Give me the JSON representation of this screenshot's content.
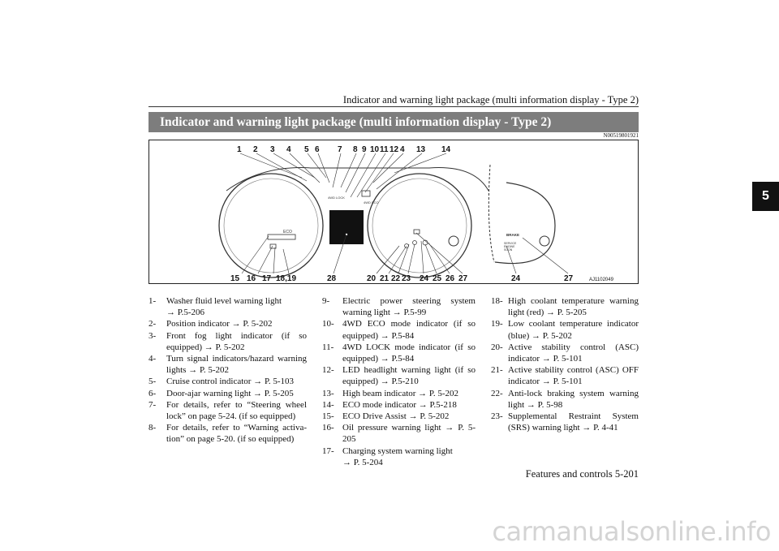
{
  "running_head": "Indicator and warning light package (multi information display - Type 2)",
  "chapter_tab": "5",
  "section_title": "Indicator and warning light package (multi information display - Type 2)",
  "section_code": "N00519801921",
  "figure": {
    "callouts_top": [
      "1",
      "2",
      "3",
      "4",
      "5",
      "6",
      "7",
      "8",
      "9",
      "10",
      "11",
      "12",
      "4",
      "13",
      "14"
    ],
    "callouts_bottom": [
      "15",
      "16",
      "17",
      "18,19",
      "28",
      "20",
      "21",
      "22",
      "23",
      "24",
      "25",
      "26",
      "27",
      "24",
      "27"
    ],
    "figure_code": "AJ1102049",
    "panel_labels": {
      "eco": "ECO",
      "fwd_eco": "4WD ECO",
      "lock": "4WD LOCK",
      "brake": "BRAKE",
      "service": "SERVICE",
      "engine": "ENGINE",
      "soon": "SOON"
    }
  },
  "list_col1": [
    {
      "num": "1-",
      "text": "Washer fluid level warning light\n→ P.5-206"
    },
    {
      "num": "2-",
      "text": "Position indicator → P. 5-202"
    },
    {
      "num": "3-",
      "text": "Front fog light indicator (if so equipped) → P. 5-202"
    },
    {
      "num": "4-",
      "text": "Turn signal indicators/hazard warning lights → P. 5-202"
    },
    {
      "num": "5-",
      "text": "Cruise control indicator → P. 5-103"
    },
    {
      "num": "6-",
      "text": "Door-ajar warning light → P. 5-205"
    },
    {
      "num": "7-",
      "text": "For details, refer to “Steering wheel lock” on page 5-24. (if so equipped)"
    },
    {
      "num": "8-",
      "text": "For details, refer to “Warning activa-tion” on page 5-20. (if so equipped)"
    }
  ],
  "list_col2": [
    {
      "num": "9-",
      "text": "Electric power steering system warning light → P.5-99"
    },
    {
      "num": "10-",
      "text": "4WD ECO mode indicator (if so equipped) → P.5-84"
    },
    {
      "num": "11-",
      "text": "4WD LOCK mode indicator (if so equipped) → P.5-84"
    },
    {
      "num": "12-",
      "text": "LED headlight warning light (if so equipped) → P.5-210"
    },
    {
      "num": "13-",
      "text": "High beam indicator → P. 5-202"
    },
    {
      "num": "14-",
      "text": "ECO mode indicator → P.5-218"
    },
    {
      "num": "15-",
      "text": "ECO Drive Assist → P. 5-202"
    },
    {
      "num": "16-",
      "text": "Oil pressure warning light → P. 5-205"
    },
    {
      "num": "17-",
      "text": "Charging system warning light\n→ P. 5-204"
    }
  ],
  "list_col3": [
    {
      "num": "18-",
      "text": "High coolant temperature warning light (red) → P. 5-205"
    },
    {
      "num": "19-",
      "text": "Low coolant temperature indicator (blue) → P. 5-202"
    },
    {
      "num": "20-",
      "text": "Active stability control (ASC) indicator → P. 5-101"
    },
    {
      "num": "21-",
      "text": "Active stability control (ASC) OFF indicator → P. 5-101"
    },
    {
      "num": "22-",
      "text": "Anti-lock braking system warning light → P. 5-98"
    },
    {
      "num": "23-",
      "text": "Supplemental Restraint System (SRS) warning light → P. 4-41"
    }
  ],
  "footer": "Features and controls    5-201",
  "watermark": "carmanualsonline.info"
}
